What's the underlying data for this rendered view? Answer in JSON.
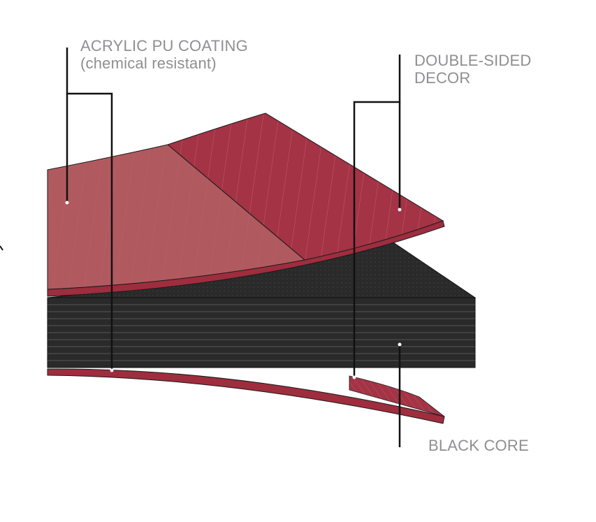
{
  "labels": {
    "coating": {
      "line1": "ACRYLIC PU COATING",
      "line2": "(chemical resistant)"
    },
    "decor": {
      "line1": "DOUBLE-SIDED",
      "line2": "DECOR"
    },
    "core": {
      "line1": "BLACK CORE"
    }
  },
  "colors": {
    "coating": "#b05a60",
    "decor": "#a33345",
    "decor_edge": "#9e2d3e",
    "core": "#2a2a2a",
    "core_line": "#555555",
    "leader_line": "#111111",
    "label_text": "#8f8f92"
  }
}
